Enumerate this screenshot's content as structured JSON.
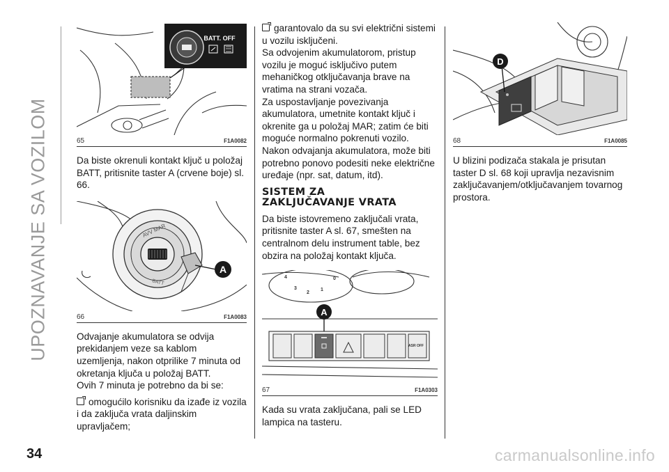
{
  "sidebar": {
    "section_title": "UPOZNAVANJE SA VOZILOM"
  },
  "page": {
    "number": "34"
  },
  "watermark": "carmanualsonline.info",
  "col1": {
    "fig65": {
      "num": "65",
      "code": "F1A0082",
      "badge": "BATT. OFF"
    },
    "p1": "Da biste okrenuli kontakt ključ u položaj BATT, pritisnite taster A (crvene boje) sl. 66.",
    "fig66": {
      "num": "66",
      "code": "F1A0083",
      "label": "A",
      "ring_top": "AVV MAR",
      "ring_bottom": "BATT"
    },
    "p2": "Odvajanje akumulatora se odvija prekidanjem veze sa kablom uzemljenja, nakon otprilike 7 minuta od okretanja ključa u položaj BATT.",
    "p3": "Ovih 7 minuta je potrebno da bi se:",
    "b1": "omogućilo korisniku da izađe iz vozila i da zaključa vrata daljinskim upravljačem;"
  },
  "col2": {
    "b2": "garantovalo da su svi električni sistemi u vozilu isključeni.",
    "p1": "Sa odvojenim akumulatorom, pristup vozilu je moguć isključivo putem mehaničkog otključavanja brave na vratima na strani vozača.",
    "p2": "Za uspostavljanje povezivanja akumulatora, umetnite kontakt ključ i okrenite ga u položaj MAR; zatim će biti moguće normalno pokrenuti vozilo.",
    "p3": "Nakon odvajanja akumulatora, može biti potrebno ponovo podesiti neke električne uređaje (npr. sat, datum, itd).",
    "heading_line1": "SISTEM ZA",
    "heading_line2": "ZAKLJUČAVANJE VRATA",
    "p4": "Da biste istovremeno zaključali vrata, pritisnite taster A sl. 67, smešten na centralnom delu instrument table, bez obzira na položaj kontakt ključa.",
    "fig67": {
      "num": "67",
      "code": "F1A0303",
      "label": "A",
      "asr": "ASR OFF",
      "dial": [
        "4",
        "3",
        "2",
        "1",
        "0"
      ]
    },
    "p5": "Kada su vrata zaključana, pali se LED lampica na tasteru."
  },
  "col3": {
    "fig68": {
      "num": "68",
      "code": "F1A0085",
      "label": "D"
    },
    "p1": "U blizini podizača stakala je prisutan taster D sl. 68 koji upravlja nezavisnim zaključavanjem/otključavanjem tovarnog prostora."
  }
}
